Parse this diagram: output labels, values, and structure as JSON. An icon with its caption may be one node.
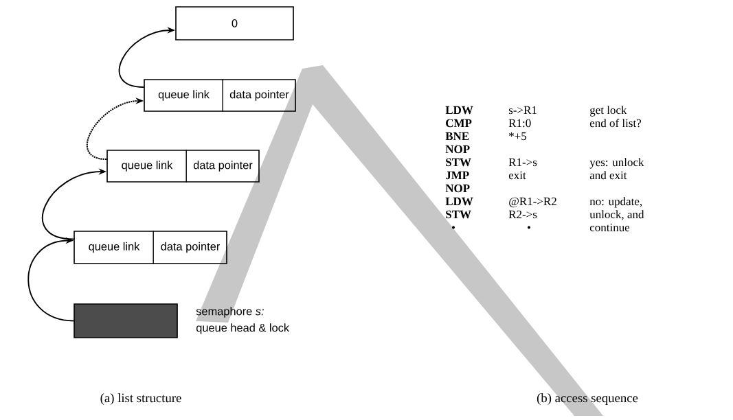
{
  "diagram": {
    "nodes": [
      {
        "text": [
          "0"
        ]
      },
      {
        "text": [
          "queue link",
          "data pointer"
        ]
      },
      {
        "text": [
          "queue link",
          "data pointer"
        ]
      },
      {
        "text": [
          "queue link",
          "data pointer"
        ]
      },
      {
        "text": [],
        "shape": "box",
        "beside": [
          "semaphore *s:*",
          "queue head & lock"
        ]
      }
    ],
    "edges": [
      {
        "from": 4,
        "to": 3,
        "arrow": "to"
      },
      {
        "from": 3,
        "to": 2,
        "arrow": "to"
      },
      {
        "from": 2,
        "to": 1,
        "arrow": "to",
        "style": "dashed"
      },
      {
        "from": 1,
        "to": 0,
        "arrow": "to"
      }
    ],
    "labels": [
      "LDW",
      "s->R1",
      "get lock",
      "CMP",
      "R1:0",
      "end of list?",
      "BNE",
      "*+5",
      "NOP",
      "STW",
      "R1->s",
      "yes:  unlock",
      "JMP",
      "exit",
      "and exit",
      "NOP",
      "LDW",
      "@R1->R2",
      "no:  update,",
      "STW",
      "R2->s",
      "unlock, and",
      "•",
      "•",
      "continue",
      "(a)  list structure",
      "(b)  access sequence"
    ]
  }
}
